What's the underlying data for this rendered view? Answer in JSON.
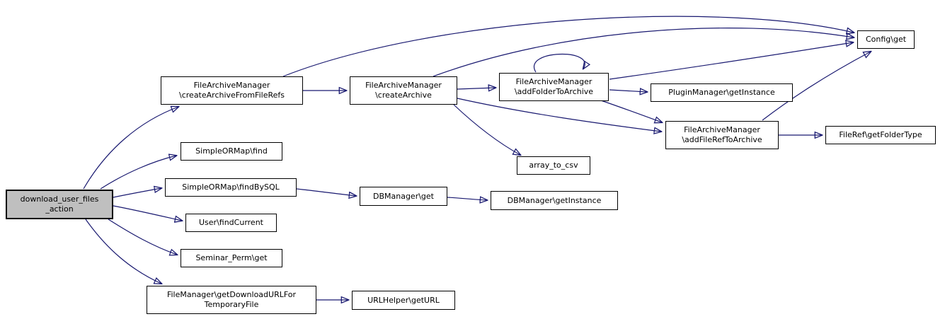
{
  "diagram": {
    "type": "call-graph",
    "edge_color": "#191970",
    "node_fill": "#ffffff",
    "root_fill": "#bfbfbf",
    "border_color": "#000000"
  },
  "nodes": {
    "download_user_files_action": {
      "label": "download_user_files\n_action"
    },
    "create_archive_from_file_refs": {
      "label": "FileArchiveManager\n\\createArchiveFromFileRefs"
    },
    "simple_or_map_find": {
      "label": "SimpleORMap\\find"
    },
    "simple_or_map_find_by_sql": {
      "label": "SimpleORMap\\findBySQL"
    },
    "user_find_current": {
      "label": "User\\findCurrent"
    },
    "seminar_perm_get": {
      "label": "Seminar_Perm\\get"
    },
    "file_manager_get_download_url": {
      "label": "FileManager\\getDownloadURLFor\nTemporaryFile"
    },
    "create_archive": {
      "label": "FileArchiveManager\n\\createArchive"
    },
    "db_manager_get": {
      "label": "DBManager\\get"
    },
    "url_helper_get_url": {
      "label": "URLHelper\\getURL"
    },
    "add_folder_to_archive": {
      "label": "FileArchiveManager\n\\addFolderToArchive"
    },
    "array_to_csv": {
      "label": "array_to_csv"
    },
    "db_manager_get_instance": {
      "label": "DBManager\\getInstance"
    },
    "plugin_manager_get_instance": {
      "label": "PluginManager\\getInstance"
    },
    "add_file_ref_to_archive": {
      "label": "FileArchiveManager\n\\addFileRefToArchive"
    },
    "config_get": {
      "label": "Config\\get"
    },
    "file_ref_get_folder_type": {
      "label": "FileRef\\getFolderType"
    }
  },
  "edges": [
    {
      "from": "download_user_files_action",
      "to": "FileArchiveManager\\createArchiveFromFileRefs"
    },
    {
      "from": "download_user_files_action",
      "to": "SimpleORMap\\find"
    },
    {
      "from": "download_user_files_action",
      "to": "SimpleORMap\\findBySQL"
    },
    {
      "from": "download_user_files_action",
      "to": "User\\findCurrent"
    },
    {
      "from": "download_user_files_action",
      "to": "Seminar_Perm\\get"
    },
    {
      "from": "download_user_files_action",
      "to": "FileManager\\getDownloadURLForTemporaryFile"
    },
    {
      "from": "FileArchiveManager\\createArchiveFromFileRefs",
      "to": "FileArchiveManager\\createArchive"
    },
    {
      "from": "FileArchiveManager\\createArchiveFromFileRefs",
      "to": "Config\\get"
    },
    {
      "from": "FileArchiveManager\\createArchive",
      "to": "Config\\get"
    },
    {
      "from": "FileArchiveManager\\createArchive",
      "to": "FileArchiveManager\\addFolderToArchive"
    },
    {
      "from": "FileArchiveManager\\createArchive",
      "to": "array_to_csv"
    },
    {
      "from": "FileArchiveManager\\createArchive",
      "to": "FileArchiveManager\\addFileRefToArchive"
    },
    {
      "from": "FileArchiveManager\\addFolderToArchive",
      "to": "FileArchiveManager\\addFolderToArchive"
    },
    {
      "from": "FileArchiveManager\\addFolderToArchive",
      "to": "PluginManager\\getInstance"
    },
    {
      "from": "FileArchiveManager\\addFolderToArchive",
      "to": "Config\\get"
    },
    {
      "from": "FileArchiveManager\\addFolderToArchive",
      "to": "FileArchiveManager\\addFileRefToArchive"
    },
    {
      "from": "FileArchiveManager\\addFileRefToArchive",
      "to": "Config\\get"
    },
    {
      "from": "FileArchiveManager\\addFileRefToArchive",
      "to": "FileRef\\getFolderType"
    },
    {
      "from": "SimpleORMap\\findBySQL",
      "to": "DBManager\\get"
    },
    {
      "from": "DBManager\\get",
      "to": "DBManager\\getInstance"
    },
    {
      "from": "FileManager\\getDownloadURLForTemporaryFile",
      "to": "URLHelper\\getURL"
    }
  ]
}
